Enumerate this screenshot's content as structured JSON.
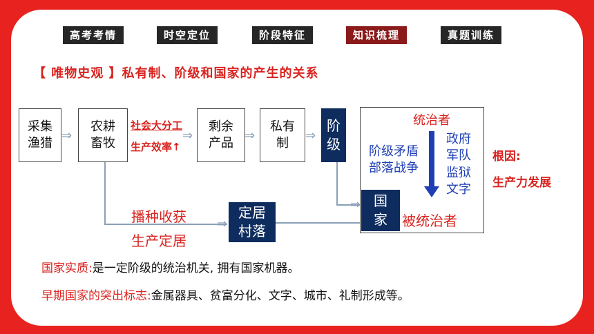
{
  "tabs": [
    "高考考情",
    "时空定位",
    "阶段特征",
    "知识梳理",
    "真题训练"
  ],
  "heading": "【 唯物史观 】私有制、阶级和国家的产生的关系",
  "flow": {
    "box1": "采集渔猎",
    "box2": "农耕畜牧",
    "label_top": "社会大分工",
    "label_bottom": "生产效率↑",
    "box3": "剩余产品",
    "box4": "私有制",
    "class": "阶级",
    "branch_top": "播种收获",
    "branch_bottom": "生产定居",
    "village": "定居村落",
    "state": "国家",
    "ruler": "统治者",
    "conflict": "阶级矛盾部落战争",
    "apparatus": "政府军队监狱文字",
    "ruled": "被统治者",
    "root_title": "根因:",
    "root_value": "生产力发展"
  },
  "notes": {
    "essence_label": "国家实质:",
    "essence_text": "是一定阶级的统治机关, 拥有国家机器。",
    "marker_label": "早期国家的突出标志:",
    "marker_text": "金属器具、贫富分化、文字、城市、礼制形成等。"
  }
}
